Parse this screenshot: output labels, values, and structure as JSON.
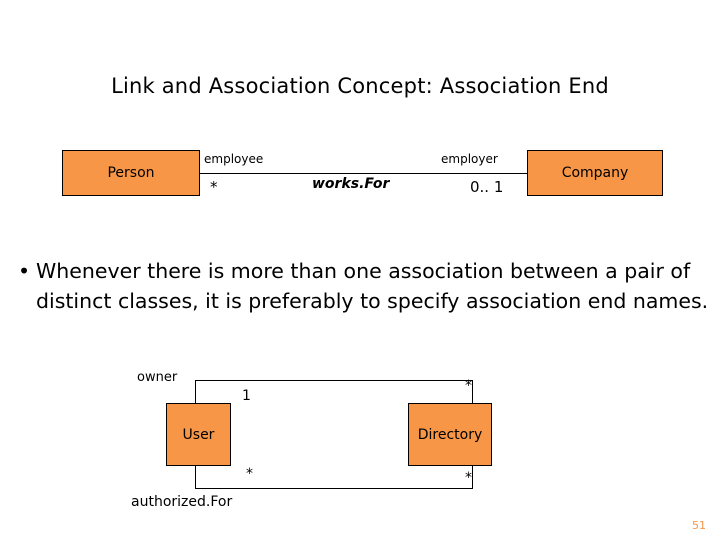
{
  "slide": {
    "title": "Link and Association Concept: Association End",
    "page_number": "51",
    "accent_color": "#F79646",
    "bullet": {
      "marker": "•",
      "text": "Whenever there is more than one association between a pair of distinct classes, it is preferably to specify association end names."
    },
    "diagram_one": {
      "left_class": "Person",
      "right_class": "Company",
      "left_role": "employee",
      "right_role": "employer",
      "left_multiplicity": "*",
      "right_multiplicity": "0.. 1",
      "association_name": "works.For"
    },
    "diagram_two": {
      "left_class": "User",
      "right_class": "Directory",
      "top_role": "owner",
      "top_left_multiplicity": "1",
      "top_right_multiplicity": "*",
      "bottom_left_multiplicity": "*",
      "bottom_right_multiplicity": "*",
      "bottom_association_name": "authorized.For"
    }
  }
}
